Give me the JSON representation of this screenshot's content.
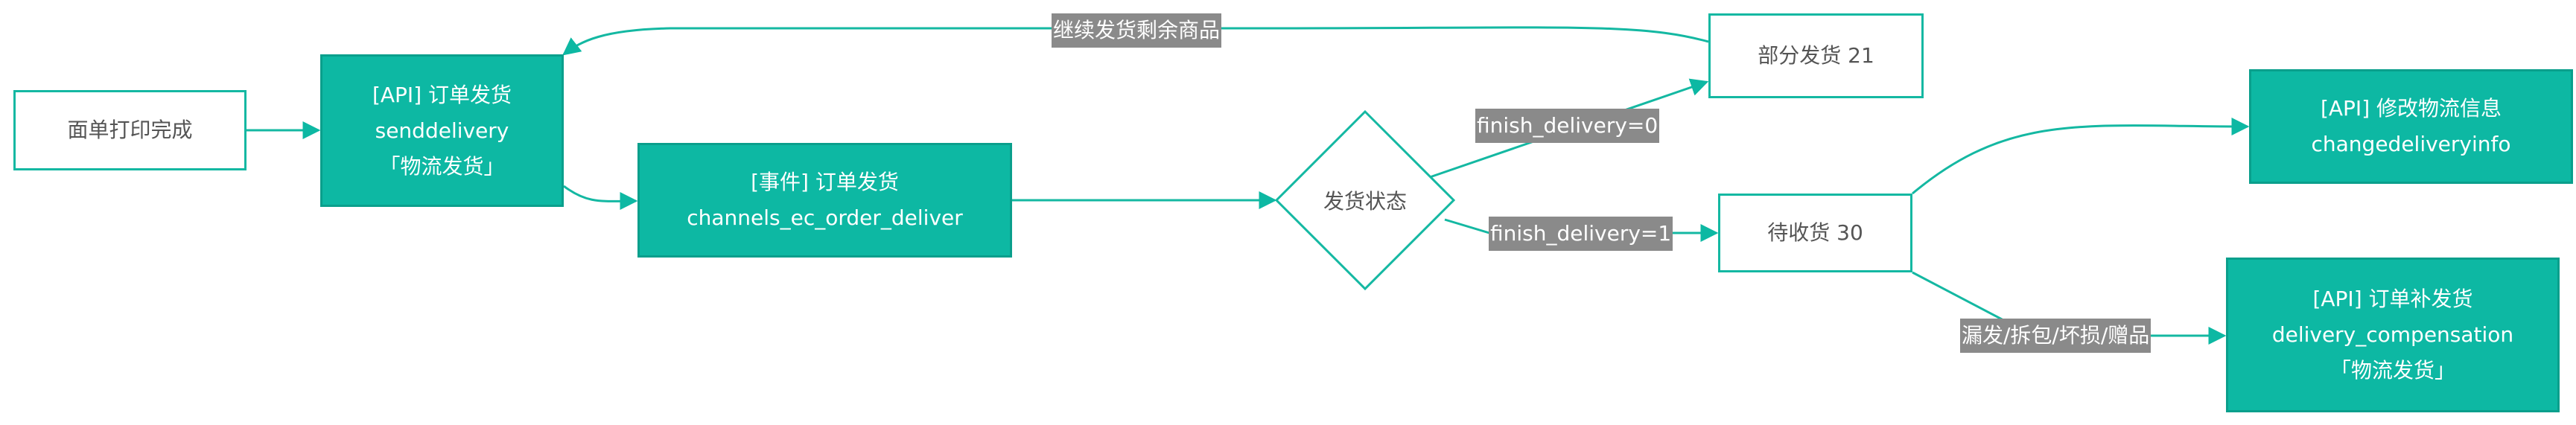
{
  "nodes": {
    "print_done": "面单打印完成",
    "send_delivery": [
      "[API] 订单发货",
      "senddelivery",
      "「物流发货」"
    ],
    "event_deliver": [
      "[事件] 订单发货",
      "channels_ec_order_deliver"
    ],
    "decision": "发货状态",
    "partial": "部分发货 21",
    "pending_receipt": "待收货 30",
    "change_info": [
      "[API] 修改物流信息",
      "changedeliveryinfo"
    ],
    "compensation": [
      "[API] 订单补发货",
      "delivery_compensation",
      "「物流发货」"
    ]
  },
  "edge_labels": {
    "continue": "继续发货剩余商品",
    "finish0": "finish_delivery=0",
    "finish1": "finish_delivery=1",
    "issues": "漏发/拆包/坏损/赠品"
  },
  "colors": {
    "accent": "#0db8a3",
    "label_bg": "#8a8a8a"
  }
}
